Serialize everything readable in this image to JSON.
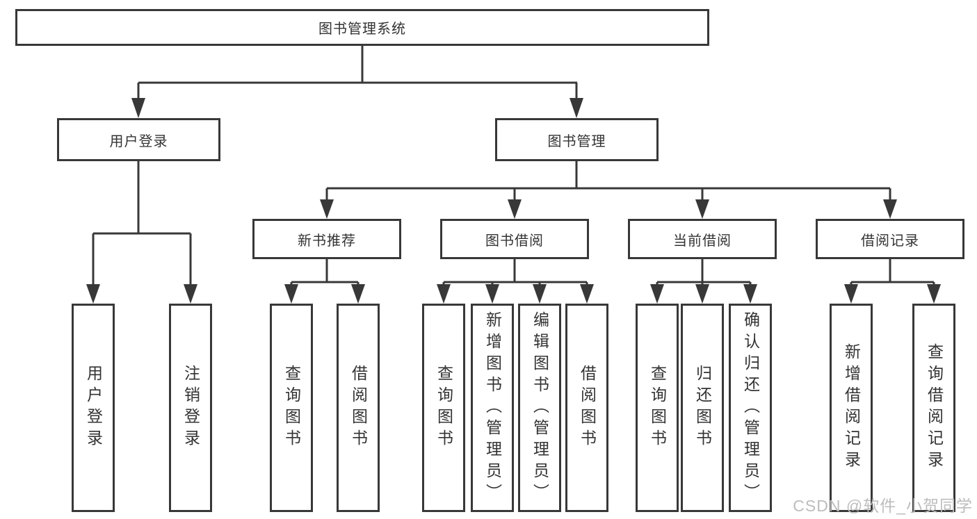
{
  "root": {
    "label": "图书管理系统"
  },
  "branches": [
    {
      "label": "用户登录",
      "children": [
        {
          "label": "用户登录"
        },
        {
          "label": "注销登录"
        }
      ]
    },
    {
      "label": "图书管理",
      "children": [
        {
          "label": "新书推荐",
          "children": [
            {
              "label": "查询图书"
            },
            {
              "label": "借阅图书"
            }
          ]
        },
        {
          "label": "图书借阅",
          "children": [
            {
              "label": "查询图书"
            },
            {
              "label": "新增图书（管理员）"
            },
            {
              "label": "编辑图书（管理员）"
            },
            {
              "label": "借阅图书"
            }
          ]
        },
        {
          "label": "当前借阅",
          "children": [
            {
              "label": "查询图书"
            },
            {
              "label": "归还图书"
            },
            {
              "label": "确认归还（管理员）"
            }
          ]
        },
        {
          "label": "借阅记录",
          "children": [
            {
              "label": "新增借阅记录"
            },
            {
              "label": "查询借阅记录"
            }
          ]
        }
      ]
    }
  ],
  "watermark": {
    "text": "CSDN @软件_小贺同学"
  },
  "colors": {
    "line": "#383838",
    "box_border": "#383838",
    "text": "#333333",
    "background": "#ffffff",
    "watermark": "#bdbdbd"
  }
}
